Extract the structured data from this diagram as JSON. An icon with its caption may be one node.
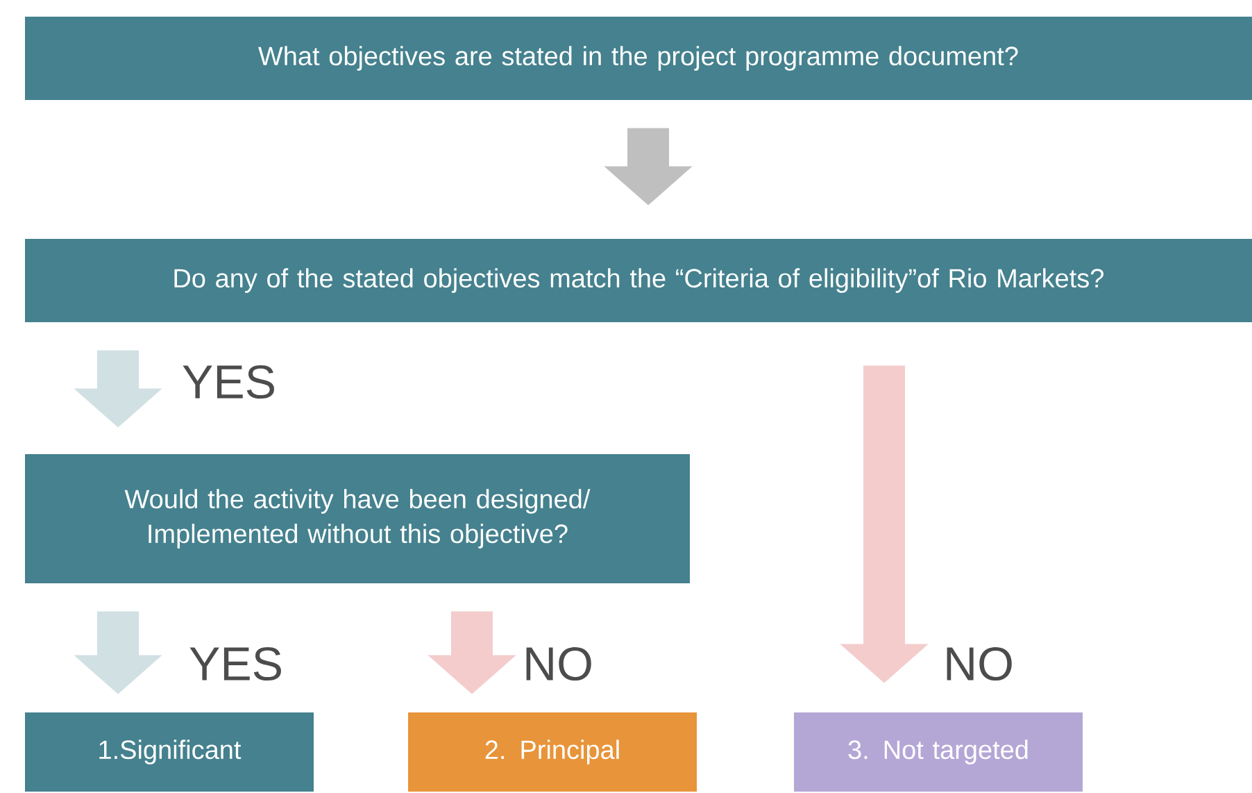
{
  "diagram": {
    "nodes": [
      {
        "text": [
          "What objectives are stated in the project programme document?"
        ]
      },
      {
        "text": [
          "Do any of the stated objectives match the “Criteria of eligibility”of Rio Markets?"
        ]
      },
      {
        "text": [
          "Would the activity have been designed/ Implemented without this objective?"
        ]
      },
      {
        "text": [
          "1.Significant"
        ]
      },
      {
        "text": [
          "2. Principal"
        ]
      },
      {
        "text": [
          "3. Not targeted"
        ]
      }
    ],
    "edges": [
      {
        "from": 0,
        "to": 1,
        "arrow": "to",
        "color": "#bfbfbf"
      },
      {
        "from": 1,
        "to": 2,
        "arrow": "to",
        "label": "YES",
        "color": "#d0e0e3"
      },
      {
        "from": 1,
        "to": 5,
        "arrow": "to",
        "label": "NO",
        "color": "#f4cccc"
      },
      {
        "from": 2,
        "to": 3,
        "arrow": "to",
        "label": "YES",
        "color": "#d0e0e3"
      },
      {
        "from": 2,
        "to": 4,
        "arrow": "to",
        "label": "NO",
        "color": "#f4cccc"
      }
    ]
  }
}
